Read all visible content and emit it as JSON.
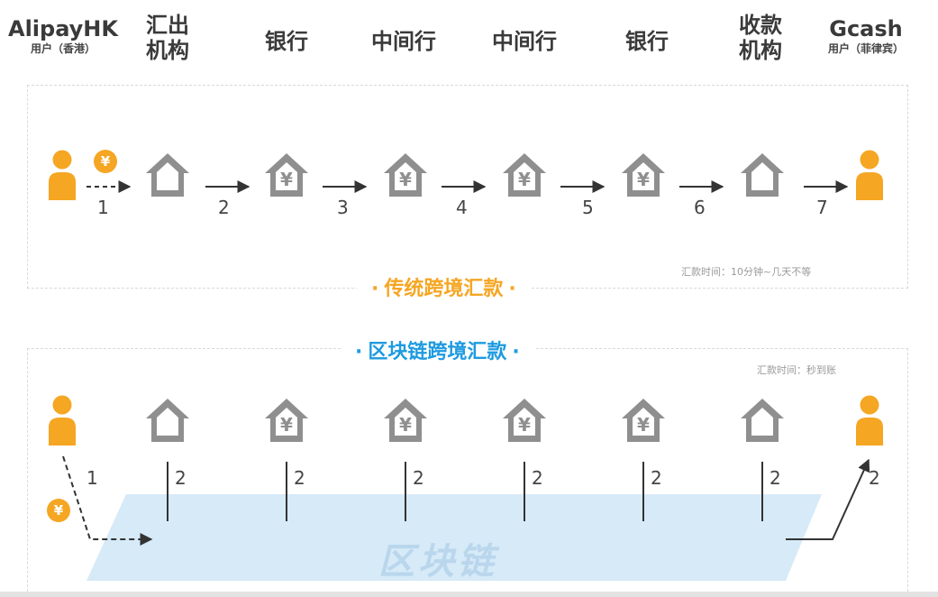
{
  "headers": [
    {
      "main": "AlipayHK",
      "sub": "用户（香港）"
    },
    {
      "main": "汇出",
      "sub2": "机构"
    },
    {
      "main": "银行"
    },
    {
      "main": "中间行"
    },
    {
      "main": "中间行"
    },
    {
      "main": "银行"
    },
    {
      "main": "收款",
      "sub2": "机构"
    },
    {
      "main": "Gcash",
      "sub": "用户（菲律宾）"
    }
  ],
  "traditional": {
    "title": "传统跨境汇款",
    "time_note": "汇款时间：10分钟~几天不等",
    "steps": [
      "1",
      "2",
      "3",
      "4",
      "5",
      "6",
      "7"
    ]
  },
  "blockchain": {
    "title": "区块链跨境汇款",
    "time_note": "汇款时间：秒到账",
    "steps": [
      "1",
      "2",
      "2",
      "2",
      "2",
      "2",
      "2",
      "2"
    ],
    "chain_label": "区块链"
  },
  "coin_symbol": "¥",
  "colors": {
    "orange": "#f5a623",
    "blue": "#1e9be0",
    "gray_icon": "#8f8f8f",
    "chain_fill": "#d6eaf8"
  },
  "icons": [
    "person-icon",
    "institution-house-icon",
    "bank-yen-icon",
    "coin-icon",
    "arrow-icon"
  ]
}
